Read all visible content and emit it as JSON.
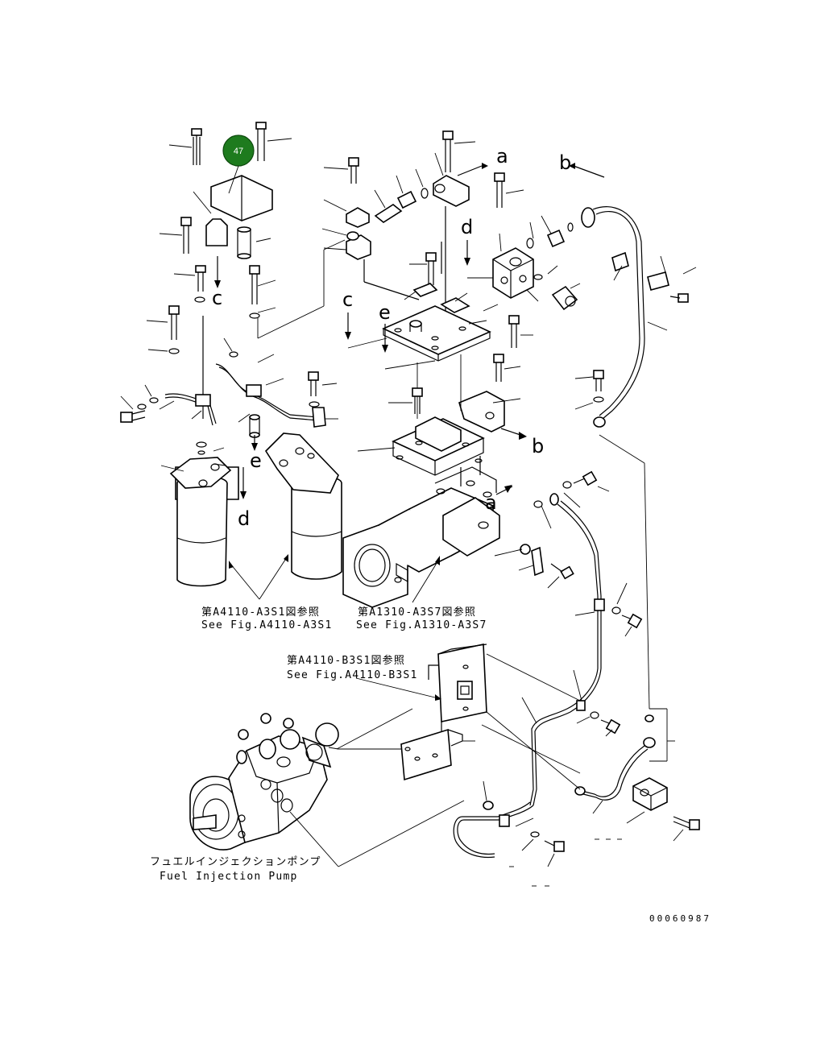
{
  "callout": {
    "number": "47",
    "color": "#1e7b1e"
  },
  "references": {
    "filter_jp": "第A4110-A3S1図参照",
    "filter_en": "See Fig.A4110-A3S1",
    "housing_jp": "第A1310-A3S7図参照",
    "housing_en": "See Fig.A1310-A3S7",
    "bracket_jp": "第A4110-B3S1図参照",
    "bracket_en": "See Fig.A4110-B3S1"
  },
  "pump": {
    "label_jp": "フュエルインジェクションポンプ",
    "label_en": "Fuel Injection Pump"
  },
  "letters": {
    "a": "a",
    "b": "b",
    "c": "c",
    "d": "d",
    "e": "e"
  },
  "drawing_number": "00060987"
}
